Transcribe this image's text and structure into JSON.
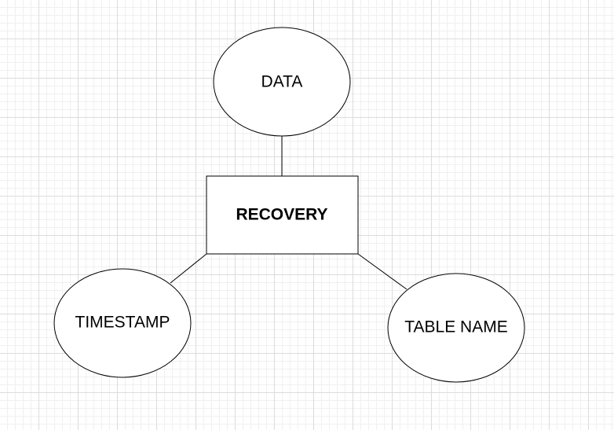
{
  "diagram": {
    "entity": {
      "label": "RECOVERY"
    },
    "attributes": {
      "data": {
        "label": "DATA"
      },
      "timestamp": {
        "label": "TIMESTAMP"
      },
      "table_name": {
        "label": "TABLE NAME"
      }
    }
  }
}
